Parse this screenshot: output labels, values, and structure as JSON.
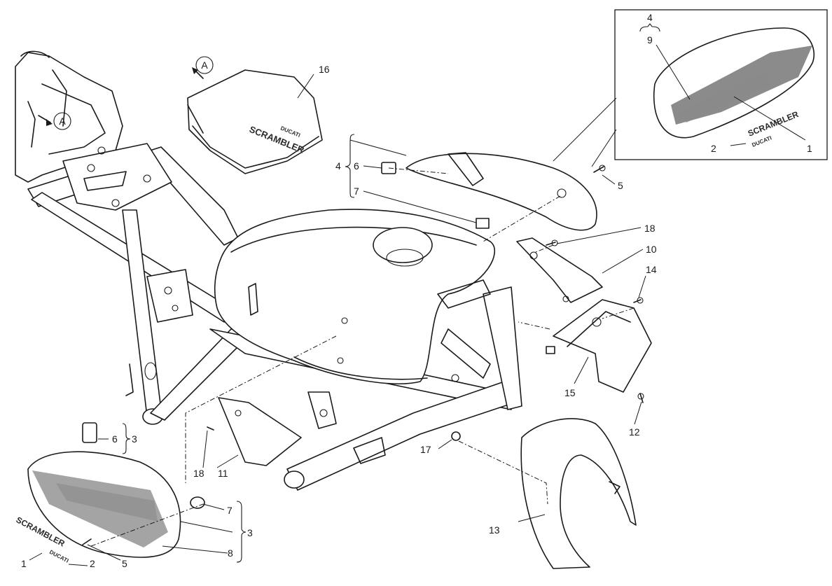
{
  "diagram": {
    "reference_marker": "A",
    "callouts": {
      "c1": "1",
      "c2": "2",
      "c3": "3",
      "c4": "4",
      "c5": "5",
      "c6": "6",
      "c7": "7",
      "c8": "8",
      "c9": "9",
      "c10": "10",
      "c11": "11",
      "c12": "12",
      "c13": "13",
      "c14": "14",
      "c15": "15",
      "c16": "16",
      "c17": "17",
      "c18": "18"
    },
    "decals": {
      "brand": "SCRAMBLER",
      "maker": "DUCATI"
    }
  }
}
